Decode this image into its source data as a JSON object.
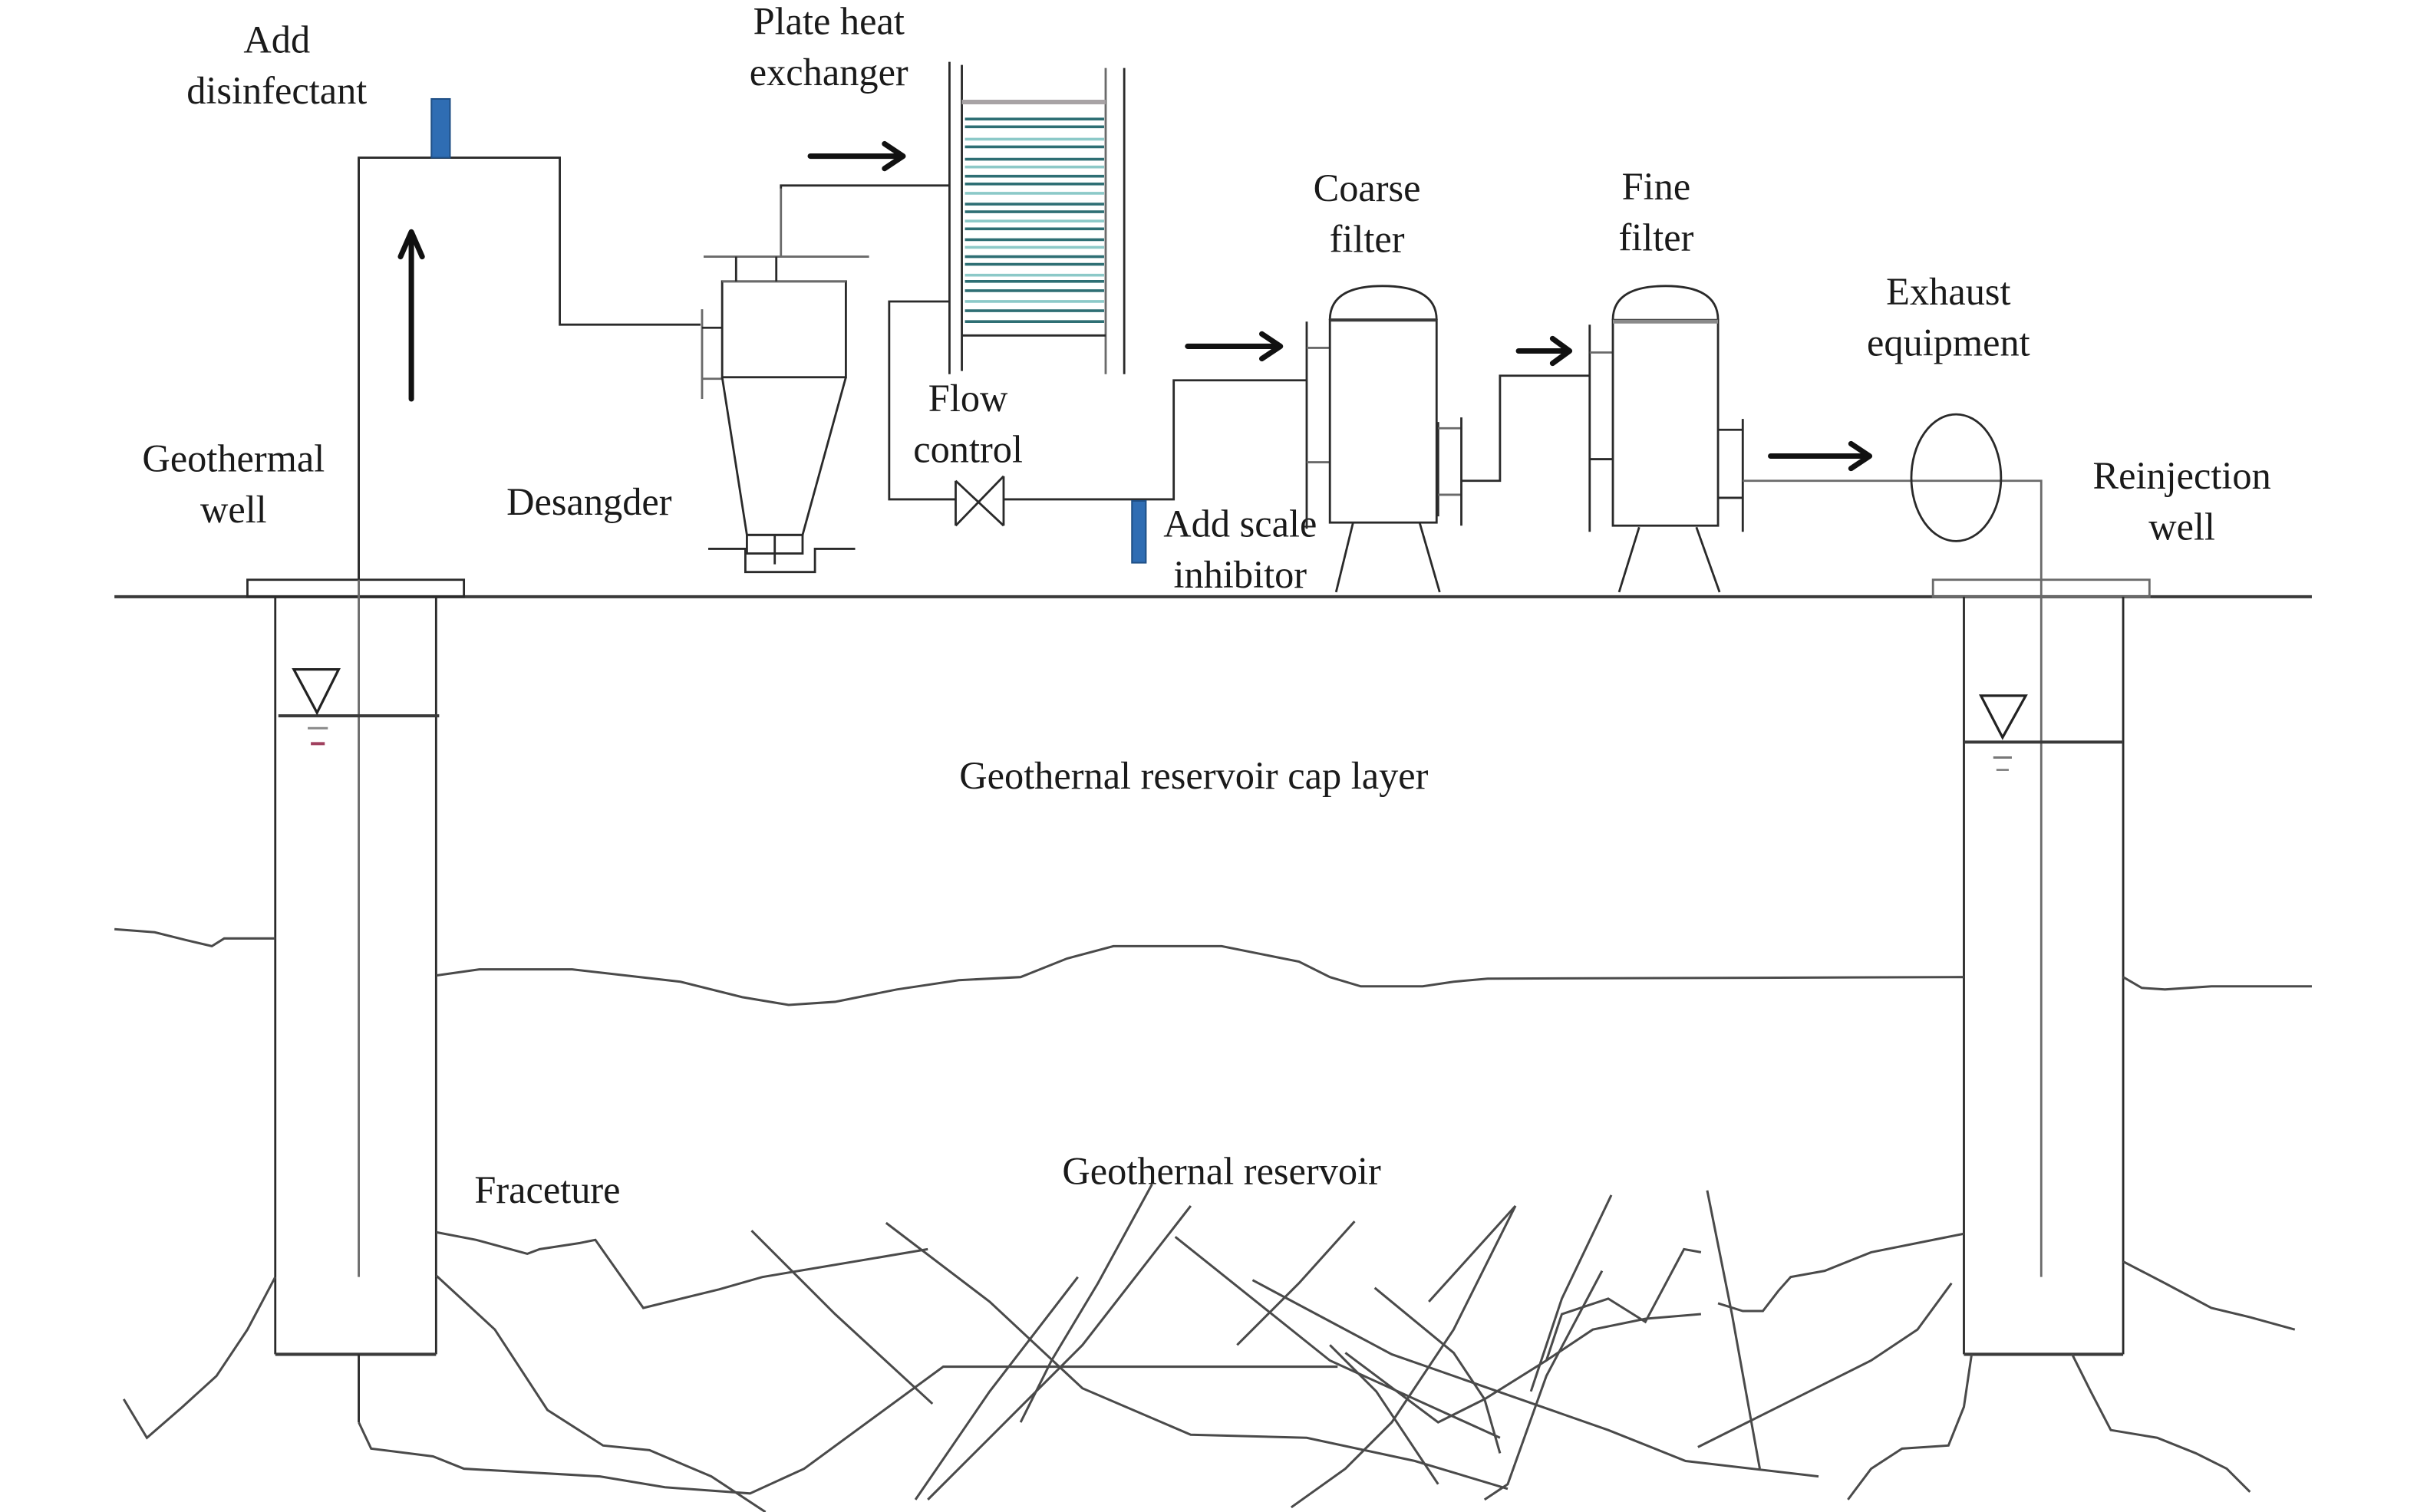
{
  "diagram": {
    "title": "Geothermal water treatment and reinjection process",
    "colors": {
      "dosing_port": "#2f6db3",
      "plate_dark": "#2e6f74",
      "plate_light": "#8cc9c8",
      "line": "#2a2a2a"
    },
    "labels": {
      "add_disinfectant_line1": "Add",
      "add_disinfectant_line2": "disinfectant",
      "plate_heat_exchanger_line1": "Plate heat",
      "plate_heat_exchanger_line2": "exchanger",
      "coarse_filter_line1": "Coarse",
      "coarse_filter_line2": "filter",
      "fine_filter_line1": "Fine",
      "fine_filter_line2": "filter",
      "exhaust_equipment_line1": "Exhaust",
      "exhaust_equipment_line2": "equipment",
      "geothermal_well_line1": "Geothermal",
      "geothermal_well_line2": "well",
      "desander": "Desangder",
      "flow_control_line1": "Flow",
      "flow_control_line2": "control",
      "add_scale_inhibitor_line1": "Add scale",
      "add_scale_inhibitor_line2": "inhibitor",
      "reinjection_well_line1": "Reinjection",
      "reinjection_well_line2": "well",
      "cap_layer": "Geothernal reservoir cap layer",
      "reservoir": "Geothernal reservoir",
      "fracture": "Fraceture"
    },
    "components": [
      {
        "id": "geothermal-well",
        "name": "Geothermal well"
      },
      {
        "id": "disinfectant-dosing",
        "name": "Add disinfectant"
      },
      {
        "id": "desander",
        "name": "Desangder"
      },
      {
        "id": "plate-heat-exchanger",
        "name": "Plate heat exchanger"
      },
      {
        "id": "flow-control-valve",
        "name": "Flow control"
      },
      {
        "id": "scale-inhibitor-dosing",
        "name": "Add scale inhibitor"
      },
      {
        "id": "coarse-filter",
        "name": "Coarse filter"
      },
      {
        "id": "fine-filter",
        "name": "Fine filter"
      },
      {
        "id": "exhaust-equipment",
        "name": "Exhaust equipment"
      },
      {
        "id": "reinjection-well",
        "name": "Reinjection well"
      }
    ],
    "flow_sequence": [
      "Geothermal well",
      "Add disinfectant",
      "Desangder",
      "Plate heat exchanger",
      "Flow control",
      "Add scale inhibitor",
      "Coarse filter",
      "Fine filter",
      "Exhaust equipment",
      "Reinjection well"
    ]
  }
}
